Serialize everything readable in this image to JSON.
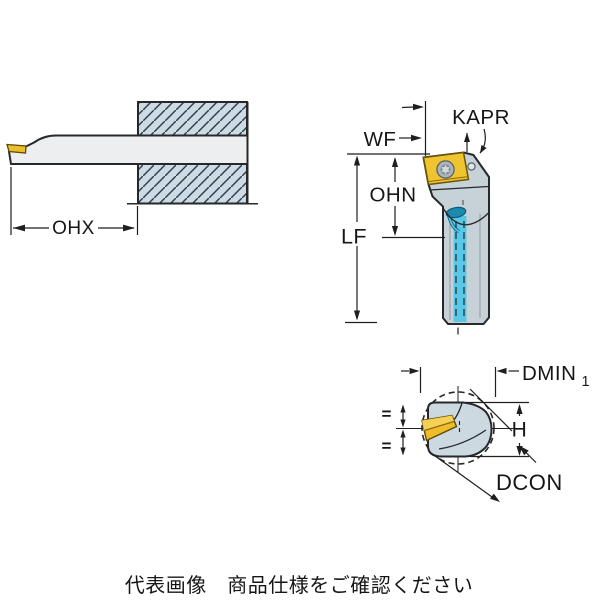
{
  "caption": {
    "text": "代表画像　商品仕様をご確認ください"
  },
  "diagram": {
    "side_view": {
      "dim_ohx": "OHX"
    },
    "front_view": {
      "dim_wf": "WF",
      "dim_kapr": "KAPR",
      "dim_ohn": "OHN",
      "dim_lf": "LF"
    },
    "end_view": {
      "dim_dmin": "DMIN",
      "dim_dmin_sub": "1",
      "dim_h": "H",
      "dim_dcon": "DCON",
      "equal_mark_top": "=",
      "equal_mark_bottom": "="
    },
    "colors": {
      "insert_yellow": "#eebd2a",
      "tool_body_gray": "#c7d1d8",
      "workpiece_blue": "#cddce4",
      "coolant_cyan": "#59c7e8",
      "line_dark": "#1f1f1f",
      "background": "#ffffff"
    }
  }
}
